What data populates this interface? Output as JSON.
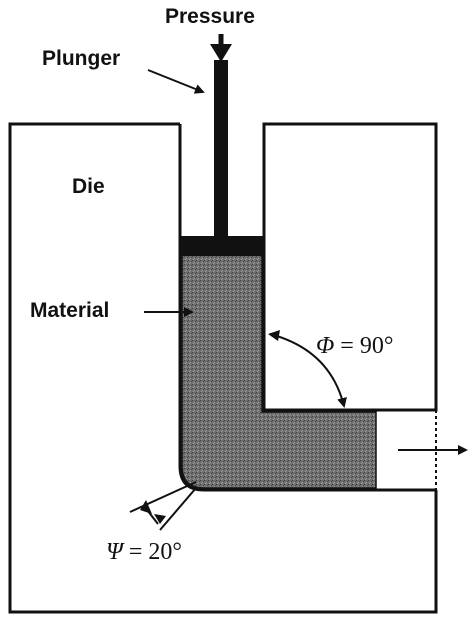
{
  "labels": {
    "pressure": "Pressure",
    "plunger": "Plunger",
    "die": "Die",
    "material": "Material"
  },
  "angles": {
    "phi_symbol": "Φ",
    "phi_value": " = 90°",
    "psi_symbol": "Ψ",
    "psi_value": " = 20°"
  },
  "colors": {
    "line": "#111111",
    "material_fill": "#6d6d6d",
    "punch_fill": "#111111",
    "background": "#ffffff"
  }
}
